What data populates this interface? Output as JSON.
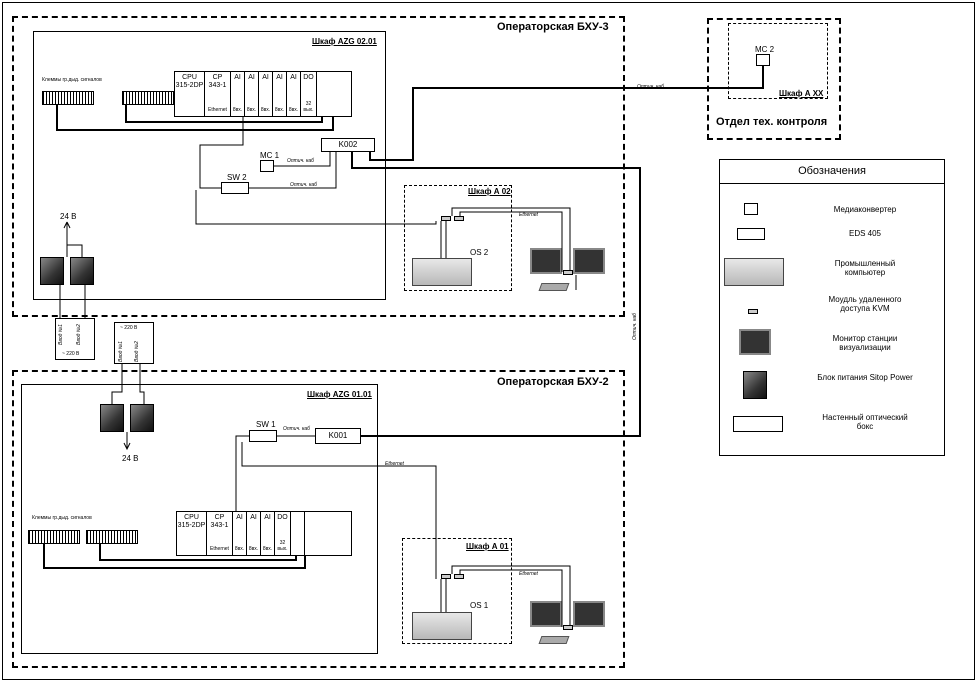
{
  "zones": {
    "bku3": "Операторская БХУ-3",
    "bku2": "Операторская БХУ-2",
    "tech": "Отдел тех. контроля"
  },
  "cabinets": {
    "azg0201": "Шкаф AZG 02.01",
    "azg0101": "Шкаф AZG 01.01",
    "a02": "Шкаф А 02",
    "a01": "Шкаф А 01",
    "axx": "Шкаф А ХХ"
  },
  "plc_top": {
    "terminals_label": "Клеммы гр.дыд. сигналов",
    "slots": [
      {
        "top": "CPU 315-2DP",
        "bottom": ""
      },
      {
        "top": "CP 343-1",
        "bottom": "Ethernet"
      },
      {
        "top": "AI",
        "bottom": "8вх."
      },
      {
        "top": "AI",
        "bottom": "8вх."
      },
      {
        "top": "AI",
        "bottom": "8вх."
      },
      {
        "top": "AI",
        "bottom": "8вх."
      },
      {
        "top": "AI",
        "bottom": "8вх."
      },
      {
        "top": "DO",
        "bottom": "32 вых."
      }
    ]
  },
  "plc_bottom": {
    "terminals_label": "Клеммы гр.дыд. сигналов",
    "slots": [
      {
        "top": "CPU 315-2DP",
        "bottom": ""
      },
      {
        "top": "CP 343-1",
        "bottom": "Ethernet"
      },
      {
        "top": "AI",
        "bottom": "8вх."
      },
      {
        "top": "AI",
        "bottom": "8вх."
      },
      {
        "top": "AI",
        "bottom": "8вх."
      },
      {
        "top": "DO",
        "bottom": "32 вых."
      },
      {
        "top": "",
        "bottom": ""
      },
      {
        "top": "",
        "bottom": ""
      }
    ]
  },
  "devices": {
    "k002": "K002",
    "k001": "K001",
    "mc1": "MC 1",
    "mc2": "MC 2",
    "sw1": "SW 1",
    "sw2": "SW 2",
    "os1": "OS 1",
    "os2": "OS 2",
    "v24_top": "24 В",
    "v24_bottom": "24 В"
  },
  "wire_labels": {
    "optic": "Оптич. каб",
    "ethernet": "Ethernet"
  },
  "power": {
    "in1": "Ввод №1",
    "in2": "Ввод №2",
    "v220a": "~ 220 В",
    "v220b": "~ 220 В"
  },
  "legend": {
    "title": "Обозначения",
    "items": [
      {
        "label": "Медиаконвертер",
        "icon": "media-converter-icon"
      },
      {
        "label": "EDS 405",
        "icon": "switch-icon"
      },
      {
        "label": "Промышленный компьютер",
        "icon": "industrial-pc-icon"
      },
      {
        "label": "Моудль удаленного доступа KVM",
        "icon": "kvm-module-icon"
      },
      {
        "label": "Монитор станции визуализации",
        "icon": "monitor-icon"
      },
      {
        "label": "Блок питания Sitop Power",
        "icon": "power-supply-icon"
      },
      {
        "label": "Настенный оптический бокс",
        "icon": "optical-box-icon"
      }
    ]
  }
}
